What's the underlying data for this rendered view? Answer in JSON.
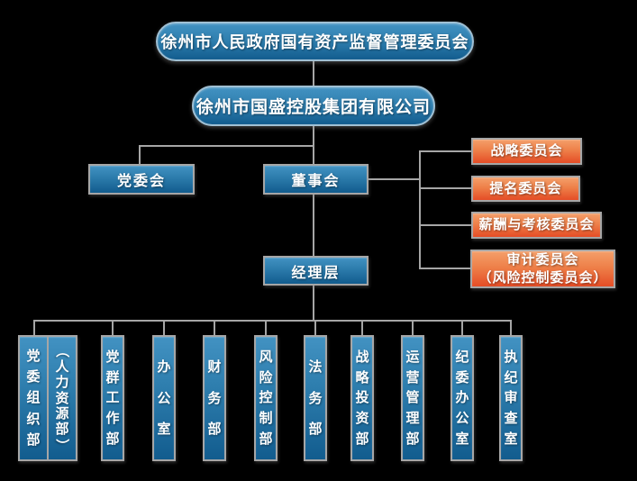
{
  "org_chart": {
    "root": "徐州市人民政府国有资产监督管理委员会",
    "company": "徐州市国盛控股集团有限公司",
    "party_committee": "党委会",
    "board": "董事会",
    "management": "经理层",
    "board_committees": [
      {
        "label": "战略委员会"
      },
      {
        "label": "提名委员会"
      },
      {
        "label": "薪酬与考核委员会"
      },
      {
        "lines": [
          "审计委员会",
          "（风险控制委员会）"
        ]
      }
    ],
    "departments": [
      {
        "labels": [
          "党委组织部",
          "（人力资源部）"
        ]
      },
      {
        "label": "党群工作部"
      },
      {
        "label": "办公室"
      },
      {
        "label": "财务部"
      },
      {
        "label": "风险控制部"
      },
      {
        "label": "法务部"
      },
      {
        "label": "战略投资部"
      },
      {
        "label": "运营管理部"
      },
      {
        "label": "纪委办公室"
      },
      {
        "label": "执纪审查室"
      }
    ]
  },
  "colors": {
    "background": "#000000",
    "connector_gray": "#a6a6a6",
    "box_border_gray": "#a6a6a6",
    "rounded_border_blue": "#a0c0d4",
    "blue_top": "#4292c2",
    "blue_bottom": "#125c8e",
    "orange_top": "#f49f6a",
    "orange_bottom": "#e54d26",
    "text_white": "#ffffff"
  }
}
